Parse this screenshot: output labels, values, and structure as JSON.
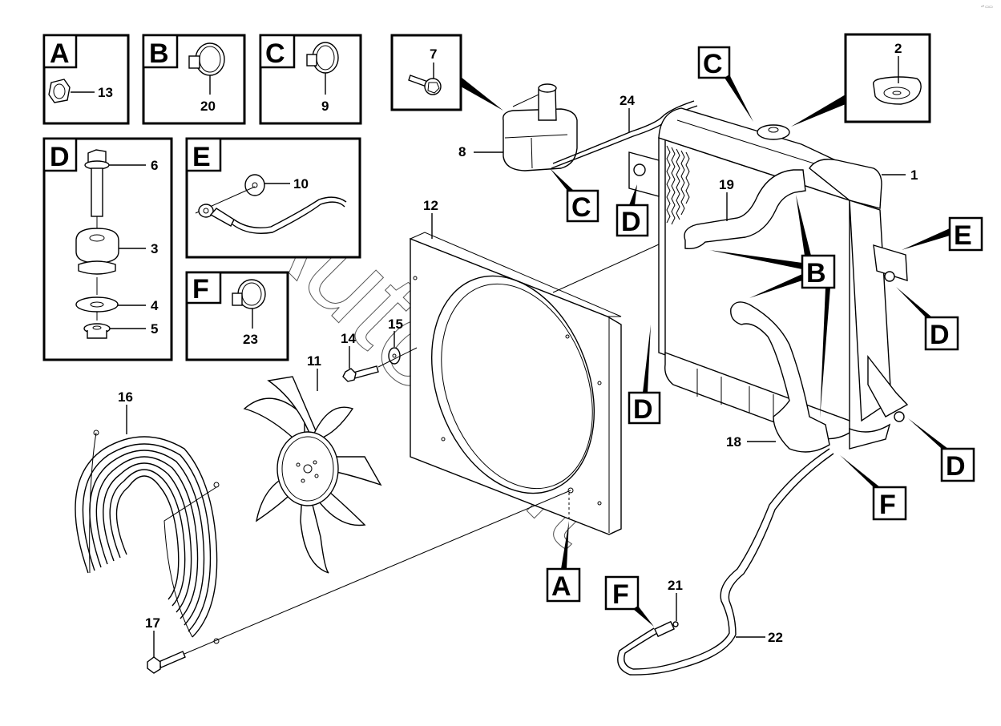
{
  "corner_mark": "ⁿ⁰ ▭▭",
  "watermark": "AutoSoft",
  "insets": [
    {
      "id": "A",
      "letter": "A",
      "part": "13",
      "depicts": "hex-nut"
    },
    {
      "id": "B",
      "letter": "B",
      "part": "20",
      "depicts": "hose-clamp"
    },
    {
      "id": "C",
      "letter": "C",
      "part": "9",
      "depicts": "hose-clamp"
    },
    {
      "id": "D",
      "letter": "D",
      "parts": [
        "6",
        "3",
        "4",
        "5"
      ],
      "depicts": "rubber-mount-assembly"
    },
    {
      "id": "E",
      "letter": "E",
      "part": "10",
      "depicts": "ground-cable-and-nut"
    },
    {
      "id": "F",
      "letter": "F",
      "part": "23",
      "depicts": "hose-clamp"
    },
    {
      "id": "bolt7",
      "part": "7",
      "depicts": "flange-bolt"
    },
    {
      "id": "cap2",
      "part": "2",
      "depicts": "radiator-cap"
    }
  ],
  "part_labels": {
    "p1": "1",
    "p2": "2",
    "p3": "3",
    "p4": "4",
    "p5": "5",
    "p6": "6",
    "p7": "7",
    "p8": "8",
    "p9": "9",
    "p10": "10",
    "p11": "11",
    "p12": "12",
    "p13": "13",
    "p14": "14",
    "p15": "15",
    "p16": "16",
    "p17": "17",
    "p18": "18",
    "p19": "19",
    "p20": "20",
    "p21": "21",
    "p22": "22",
    "p23": "23",
    "p24": "24"
  },
  "reference_callouts": {
    "c_top": "C",
    "c_tank": "C",
    "d_tank": "D",
    "d_left_lower": "D",
    "d_right_mid": "D",
    "d_right_low": "D",
    "b_hose": "B",
    "e_right": "E",
    "f_bottom": "F",
    "f_hose": "F",
    "a_shroud": "A"
  }
}
